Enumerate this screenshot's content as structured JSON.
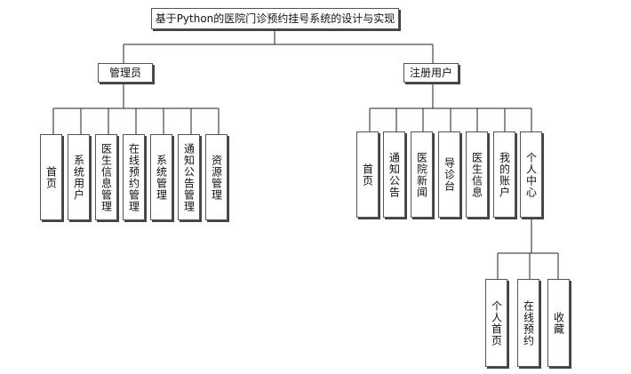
{
  "root": {
    "label": "基于Python的医院门诊预约挂号系统的设计与实现"
  },
  "admin": {
    "label": "管理员",
    "children": [
      "首页",
      "系统用户",
      "医生信息管理",
      "在线预约管理",
      "系统管理",
      "通知公告管理",
      "资源管理"
    ]
  },
  "user": {
    "label": "注册用户",
    "children": [
      "首页",
      "通知公告",
      "医院新闻",
      "导诊台",
      "医生信息",
      "我的账户",
      "个人中心"
    ]
  },
  "personal_center": {
    "children": [
      "个人首页",
      "在线预约",
      "收藏"
    ]
  }
}
